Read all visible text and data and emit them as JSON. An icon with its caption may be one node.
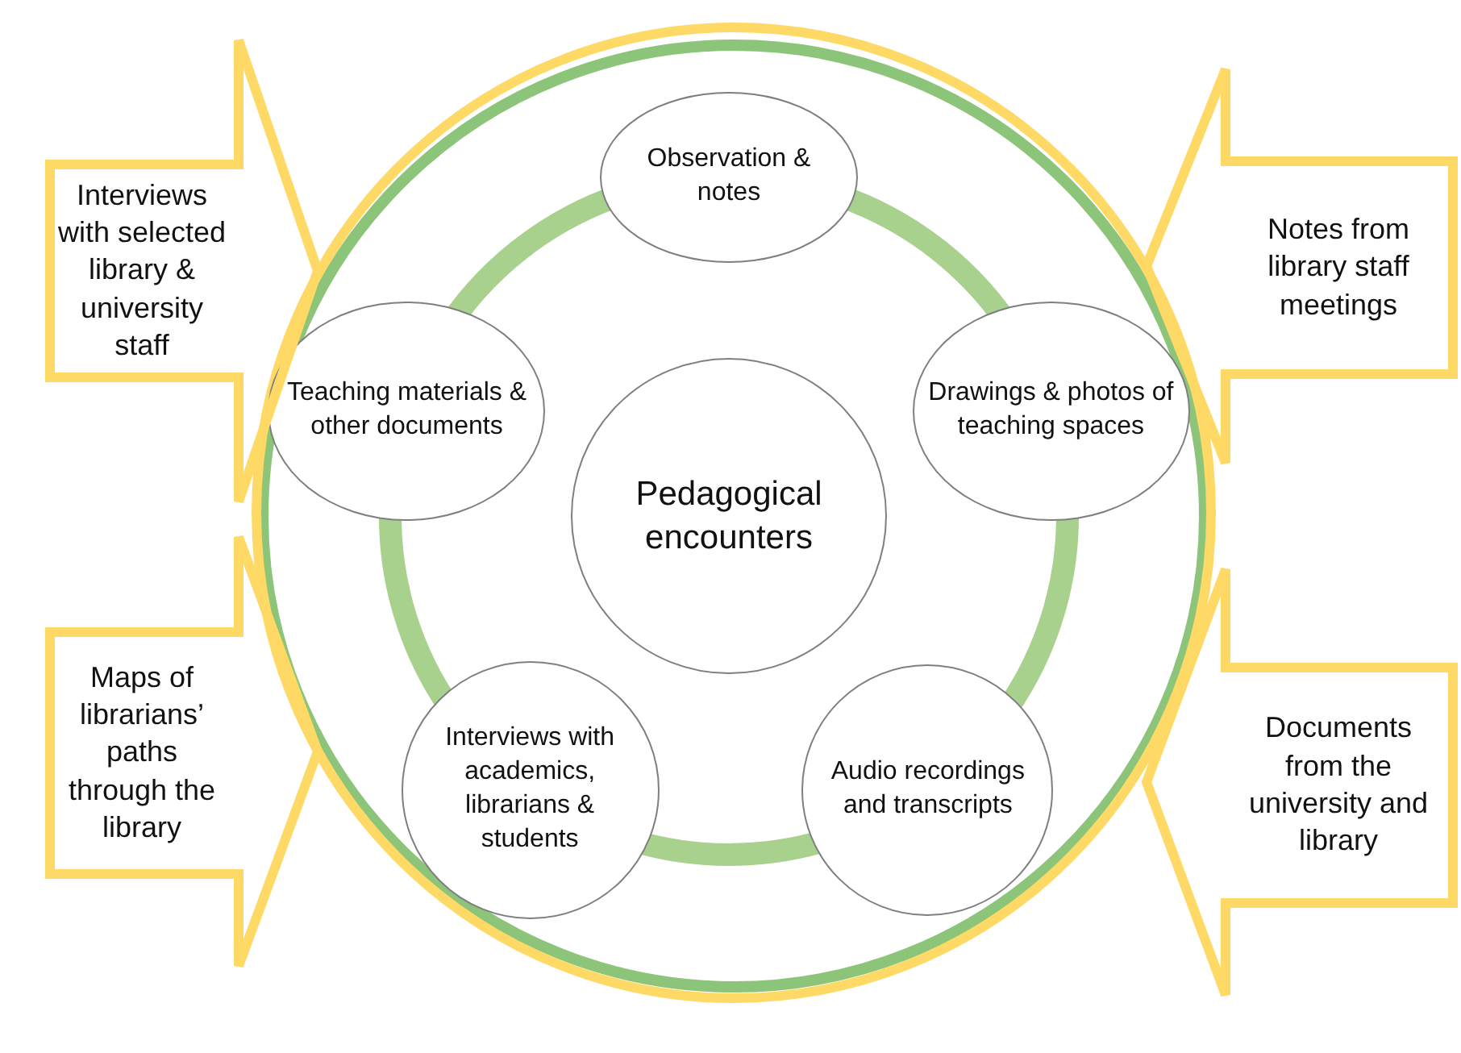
{
  "diagram": {
    "nodes": [
      {
        "text": [
          "Interviews with selected library & university staff"
        ]
      },
      {
        "text": [
          "Maps of librarians’ paths through the library"
        ]
      },
      {
        "text": [],
        "shape": "circle"
      },
      {
        "text": [
          "Observation & notes"
        ],
        "in": 2
      },
      {
        "text": [
          "Teaching materials & other documents"
        ],
        "in": 2
      },
      {
        "text": [
          "Drawings & photos of teaching spaces"
        ],
        "in": 2
      },
      {
        "text": [
          "Pedagogical encounters"
        ],
        "in": 2
      },
      {
        "text": [
          "Interviews with academics, librarians & students"
        ],
        "in": 2
      },
      {
        "text": [
          "Audio recordings and transcripts"
        ],
        "in": 2
      },
      {
        "text": [
          "Notes from library staff meetings"
        ]
      },
      {
        "text": [
          "Documents from the university and library"
        ]
      }
    ],
    "edges": [
      {
        "from": 4,
        "to": 3,
        "arrow": "none"
      },
      {
        "from": 3,
        "to": 5,
        "arrow": "none"
      },
      {
        "from": 4,
        "to": 7,
        "arrow": "none"
      },
      {
        "from": 5,
        "to": 8,
        "arrow": "none"
      },
      {
        "from": 7,
        "to": 8,
        "arrow": "none"
      }
    ]
  }
}
